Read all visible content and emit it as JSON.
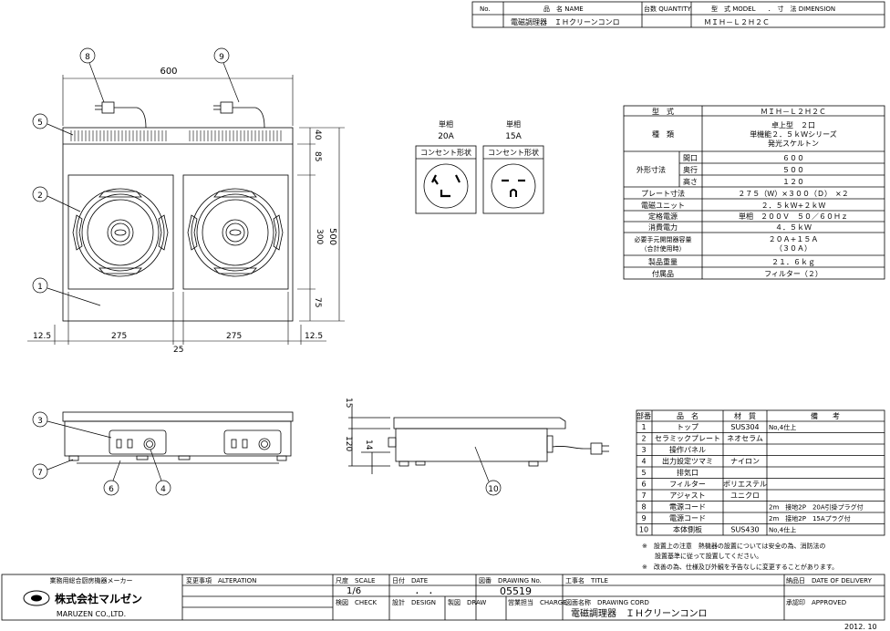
{
  "header_table": {
    "no_label": "No.",
    "name_label": "品　名 NAME",
    "qty_label": "台数 QUANTITY",
    "model_label": "型　式 MODEL",
    "dim_label": "．　寸　法 DIMENSION",
    "name_value": "電磁調理器　ＩＨクリーンコンロ",
    "model_value": "ＭＩＨ－Ｌ２Ｈ２Ｃ"
  },
  "front_view": {
    "width": "600",
    "height": "500",
    "dim_40": "40",
    "dim_85": "85",
    "dim_300": "300",
    "dim_75": "75",
    "dim_left": "12.5",
    "dim_plate1": "275",
    "dim_plate2": "275",
    "dim_right": "12.5",
    "dim_gap": "25",
    "callouts": [
      "1",
      "2",
      "5",
      "8",
      "9"
    ]
  },
  "outlets": [
    {
      "phase": "単相",
      "amp": "20A",
      "label": "コンセント形状"
    },
    {
      "phase": "単相",
      "amp": "15A",
      "label": "コンセント形状"
    }
  ],
  "spec_table": {
    "rows": [
      {
        "label": "型　式",
        "value": "ＭＩＨ－Ｌ２Ｈ２Ｃ"
      },
      {
        "label": "種　類",
        "value": "卓上型　２口\n単機能２．５ｋＷシリーズ\n発光スケルトン"
      },
      {
        "label": "外形寸法",
        "sub": "間口",
        "value": "６００"
      },
      {
        "label": "",
        "sub": "奥行",
        "value": "５００"
      },
      {
        "label": "",
        "sub": "高さ",
        "value": "１２０"
      },
      {
        "label": "プレート寸法",
        "value": "２７５（Ｗ）×３００（Ｄ）　×２"
      },
      {
        "label": "電磁ユニット",
        "value": "２．５ｋＷ+２ｋＷ"
      },
      {
        "label": "定格電源",
        "value": "単相　２００Ｖ　５０／６０Ｈｚ"
      },
      {
        "label": "消費電力",
        "value": "４．５ｋＷ"
      },
      {
        "label": "必要手元開閉器容量\n（合計使用時）",
        "value": "２０Ａ+１５Ａ\n（３０Ａ）"
      },
      {
        "label": "製品重量",
        "value": "２１．６ｋｇ"
      },
      {
        "label": "付属品",
        "value": "フィルター（２）"
      }
    ]
  },
  "side_view": {
    "dim_15": "15",
    "dim_120": "120",
    "dim_14": "14",
    "callouts": [
      "3",
      "4",
      "6",
      "7",
      "10"
    ]
  },
  "parts_table": {
    "headers": [
      "部番",
      "品　名",
      "材　質",
      "備　　考"
    ],
    "rows": [
      [
        "1",
        "トップ",
        "SUS304",
        "No,4仕上"
      ],
      [
        "2",
        "セラミックプレート",
        "ネオセラム",
        ""
      ],
      [
        "3",
        "操作パネル",
        "",
        ""
      ],
      [
        "4",
        "出力設定ツマミ",
        "ナイロン",
        ""
      ],
      [
        "5",
        "排気口",
        "",
        ""
      ],
      [
        "6",
        "フィルター",
        "ポリエステル",
        ""
      ],
      [
        "7",
        "アジャスト",
        "ユニクロ",
        ""
      ],
      [
        "8",
        "電源コード",
        "",
        "2m　接地2P　20A引掛プラグ付"
      ],
      [
        "9",
        "電源コード",
        "",
        "2m　接地2P　15Aプラグ付"
      ],
      [
        "10",
        "本体側板",
        "SUS430",
        "No,4仕上"
      ]
    ]
  },
  "notes": [
    "※　設置上の注意　熱機器の設置については安全の為、消防法の",
    "　　設置基準に従って設置してください。",
    "※　改善の為、仕様及び外観を予告なしに変更することがあります。"
  ],
  "title_block": {
    "maker_caption": "業務用総合厨房機器メーカー",
    "company": "株式会社マルゼン",
    "company_en": "MARUZEN CO.,LTD.",
    "change_label": "変更事項　ALTERATION",
    "scale_label": "尺度　SCALE",
    "scale_value": "1/6",
    "date_label": "日付　DATE",
    "date_value": "．　．",
    "drawing_no_label": "図番　DRAWING No.",
    "drawing_no": "05519",
    "title_label": "工事名　TITLE",
    "delivery_label": "納品日　DATE OF DELIVERY",
    "check_label": "検図　CHECK",
    "design_label": "設計　DESIGN",
    "draw_label": "製図　DRAW",
    "charge_label": "営業担当　CHARGE",
    "drawing_cord_label": "図面名称　DRAWING CORD",
    "drawing_title": "電磁調理器　ＩＨクリーンコンロ",
    "approved_label": "承認印　APPROVED",
    "year": "2012. 10"
  }
}
